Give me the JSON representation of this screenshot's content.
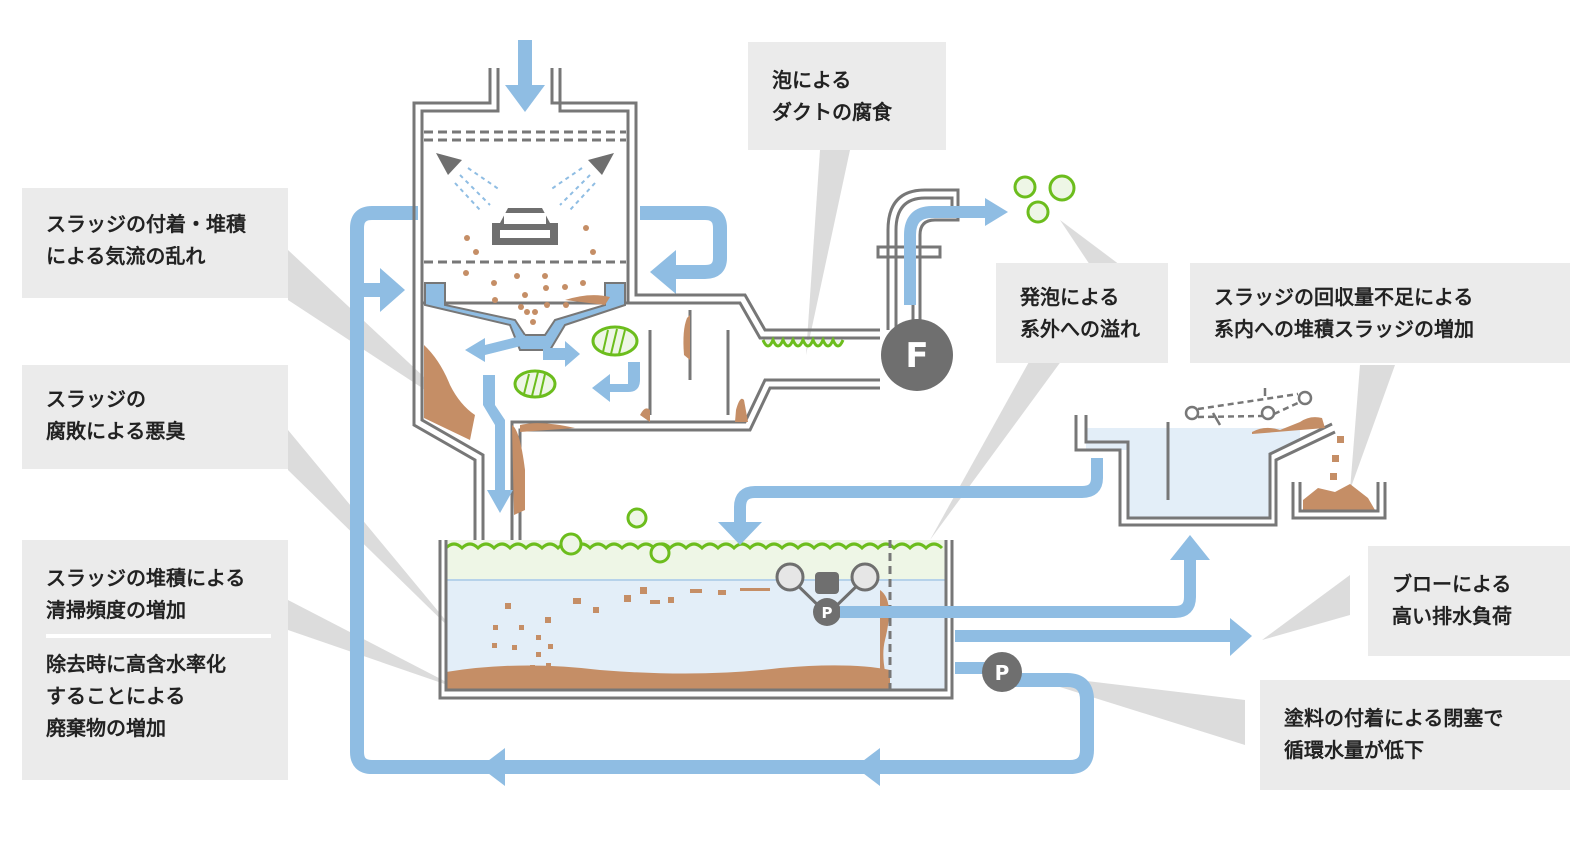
{
  "colors": {
    "water_blue": "#8fbde3",
    "tank_water": "#e3eef8",
    "foam_green": "#6cbd1d",
    "foam_fill": "#eef6e6",
    "sludge_brown": "#c58e66",
    "wall_gray": "#777777",
    "device_gray": "#6f6f6f",
    "callout_bg": "#ebebeb",
    "pointer_gray": "#d2d2d2"
  },
  "devices": {
    "fan_label": "F",
    "pump_label": "P",
    "circulation_pump_label": "P"
  },
  "callouts": {
    "airflow": {
      "lines": [
        "スラッジの付着・堆積",
        "による気流の乱れ"
      ]
    },
    "odor": {
      "lines": [
        "スラッジの",
        "腐敗による悪臭"
      ]
    },
    "cleaning": {
      "lines": [
        "スラッジの堆積による",
        "清掃頻度の増加"
      ]
    },
    "waste": {
      "lines": [
        "除去時に高含水率化",
        "することによる",
        "廃棄物の増加"
      ]
    },
    "duct": {
      "lines": [
        "泡による",
        "ダクトの腐食"
      ]
    },
    "foam_overflow": {
      "lines": [
        "発泡による",
        "系外への溢れ"
      ]
    },
    "recovery": {
      "lines": [
        "スラッジの回収量不足による",
        "系内への堆積スラッジの増加"
      ]
    },
    "blow": {
      "lines": [
        "ブローによる",
        "高い排水負荷"
      ]
    },
    "clog": {
      "lines": [
        "塗料の付着による閉塞で",
        "循環水量が低下"
      ]
    }
  }
}
